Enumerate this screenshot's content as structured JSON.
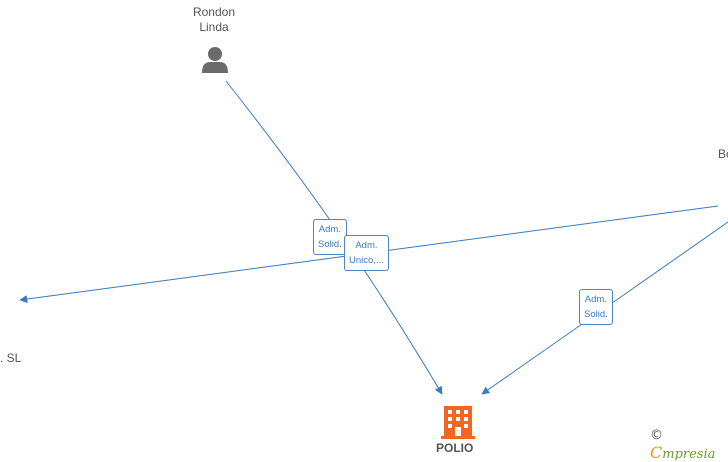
{
  "nodes": {
    "person_top": {
      "label": "Rondon\nLinda"
    },
    "person_right": {
      "label": "Bo"
    },
    "company_left": {
      "label": ". SL"
    },
    "company_bottom": {
      "label": "POLIO"
    }
  },
  "edges": [
    {
      "label": "Adm.\nSolid."
    },
    {
      "label": "Adm.\nUnico,..."
    },
    {
      "label": "Adm.\nSolid."
    }
  ],
  "colors": {
    "edge": "#3a7ac0",
    "person": "#6b6b6b",
    "company": "#f26522"
  },
  "watermark": {
    "copyright": "©",
    "brand_initial": "C",
    "brand_rest": "mpresia"
  }
}
